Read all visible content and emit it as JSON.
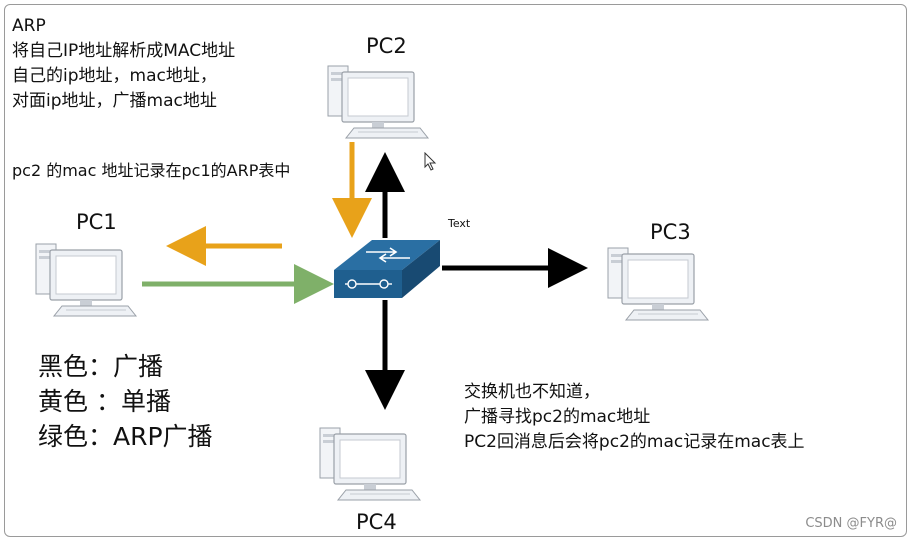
{
  "notes": [
    "ARP",
    "将自己IP地址解析成MAC地址",
    "自己的ip地址，mac地址，",
    "对面ip地址，广播mac地址"
  ],
  "record_note": "pc2 的mac  地址记录在pc1的ARP表中",
  "nodes": {
    "pc1": "PC1",
    "pc2": "PC2",
    "pc3": "PC3",
    "pc4": "PC4",
    "switch_tag": "Text"
  },
  "legend": [
    "黑色：广播",
    "黄色 ：单播",
    "绿色：ARP广播"
  ],
  "switch_note": [
    "交换机也不知道，",
    "广播寻找pc2的mac地址",
    "PC2回消息后会将pc2的mac记录在mac表上"
  ],
  "watermark": "CSDN @FYR@",
  "colors": {
    "broadcast": "#000000",
    "unicast": "#e8a21a",
    "arp_broadcast": "#7fb069",
    "switch": "#1f5f8f"
  },
  "icons": [
    "desktop-computer-icon",
    "network-switch-icon",
    "mouse-cursor-icon"
  ]
}
